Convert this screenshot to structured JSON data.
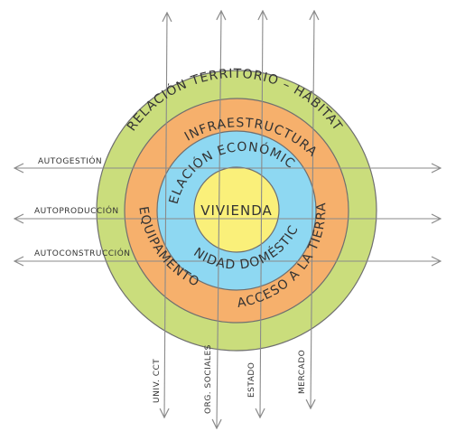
{
  "diagram": {
    "colors": {
      "outer_ring": "#cadd7c",
      "middle_ring": "#f6b06c",
      "inner_ring": "#8ed8f2",
      "core": "#faf07a",
      "stroke": "#6f6f6f",
      "arrow": "#8a8a8a",
      "text": "#333333"
    },
    "rings": {
      "outer_top": "RELACIÓN TERRITORIO – HÁBITAT",
      "middle_top": "INFRAESTRUCTURA",
      "middle_left": "EQUIPAMENTO",
      "middle_right": "ACCESO A LA TIERRA",
      "inner_top": "RELACIÓN ECONÓMICA",
      "inner_bottom": "UNIDAD DOMÉSTICA",
      "core": "VIVIENDA"
    },
    "horizontal_axes": [
      {
        "label": "AUTOGESTIÓN"
      },
      {
        "label": "AUTOPRODUCCIÓN"
      },
      {
        "label": "AUTOCONSTRUCCIÓN"
      }
    ],
    "vertical_axes": [
      {
        "label": "UNIV. CCT"
      },
      {
        "label": "ORG. SOCIALES"
      },
      {
        "label": "ESTADO"
      },
      {
        "label": "MERCADO"
      }
    ]
  }
}
